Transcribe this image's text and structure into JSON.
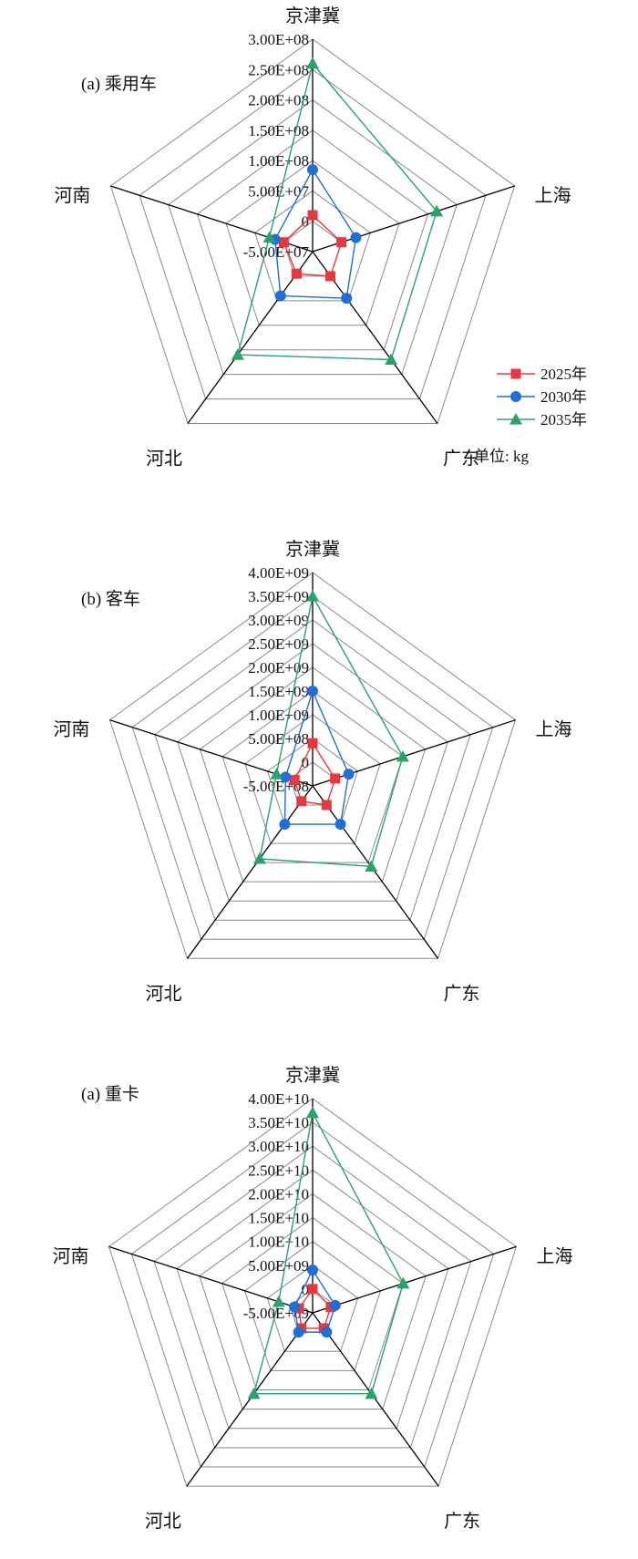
{
  "chart_data": [
    {
      "type": "radar",
      "title": "(a) 乘用车",
      "axes": [
        "京津冀",
        "上海",
        "广东",
        "河北",
        "河南"
      ],
      "ticks": [
        "-5.00E+07",
        "0",
        "5.00E+07",
        "1.00E+08",
        "1.50E+08",
        "2.00E+08",
        "2.50E+08",
        "3.00E+08"
      ],
      "range": [
        -50000000,
        300000000
      ],
      "grid": true,
      "legend": {
        "position": "right",
        "unit_label": "单位: kg"
      },
      "series": [
        {
          "name": "2025年",
          "color": "#e8383d",
          "marker": "square",
          "values": [
            10000000,
            0,
            0,
            -5000000,
            0
          ]
        },
        {
          "name": "2030年",
          "color": "#1f6fd6",
          "marker": "circle",
          "values": [
            85000000,
            25000000,
            45000000,
            40000000,
            15000000
          ]
        },
        {
          "name": "2035年",
          "color": "#2aa36b",
          "marker": "triangle",
          "values": [
            260000000,
            165000000,
            170000000,
            160000000,
            25000000
          ]
        }
      ]
    },
    {
      "type": "radar",
      "title": "(b) 客车",
      "axes": [
        "京津冀",
        "上海",
        "广东",
        "河北",
        "河南"
      ],
      "ticks": [
        "-5.00E+08",
        "0",
        "5.00E+08",
        "1.00E+09",
        "1.50E+09",
        "2.00E+09",
        "2.50E+09",
        "3.00E+09",
        "3.50E+09",
        "4.00E+09"
      ],
      "range": [
        -500000000,
        4000000000
      ],
      "grid": true,
      "series": [
        {
          "name": "2025年",
          "color": "#e8383d",
          "marker": "square",
          "values": [
            400000000,
            0,
            0,
            -100000000,
            -100000000
          ]
        },
        {
          "name": "2030年",
          "color": "#1f6fd6",
          "marker": "circle",
          "values": [
            1500000000,
            300000000,
            500000000,
            500000000,
            100000000
          ]
        },
        {
          "name": "2035年",
          "color": "#2aa36b",
          "marker": "triangle",
          "values": [
            3500000000,
            1500000000,
            1600000000,
            1400000000,
            300000000
          ]
        }
      ]
    },
    {
      "type": "radar",
      "title": "(a) 重卡",
      "axes": [
        "京津冀",
        "上海",
        "广东",
        "河北",
        "河南"
      ],
      "ticks": [
        "-5.00E+09",
        "0",
        "5.00E+09",
        "1.00E+10",
        "1.50E+10",
        "2.00E+10",
        "2.50E+10",
        "3.00E+10",
        "3.50E+10",
        "4.00E+10"
      ],
      "range": [
        -5000000000,
        40000000000
      ],
      "grid": true,
      "series": [
        {
          "name": "2025年",
          "color": "#e8383d",
          "marker": "square",
          "values": [
            0,
            -1000000000,
            -1000000000,
            -1000000000,
            -2000000000
          ]
        },
        {
          "name": "2030年",
          "color": "#1f6fd6",
          "marker": "circle",
          "values": [
            4000000000,
            0,
            0,
            0,
            -1000000000
          ]
        },
        {
          "name": "2035年",
          "color": "#2aa36b",
          "marker": "triangle",
          "values": [
            37000000000,
            15000000000,
            16000000000,
            16000000000,
            2500000000
          ]
        }
      ]
    }
  ]
}
